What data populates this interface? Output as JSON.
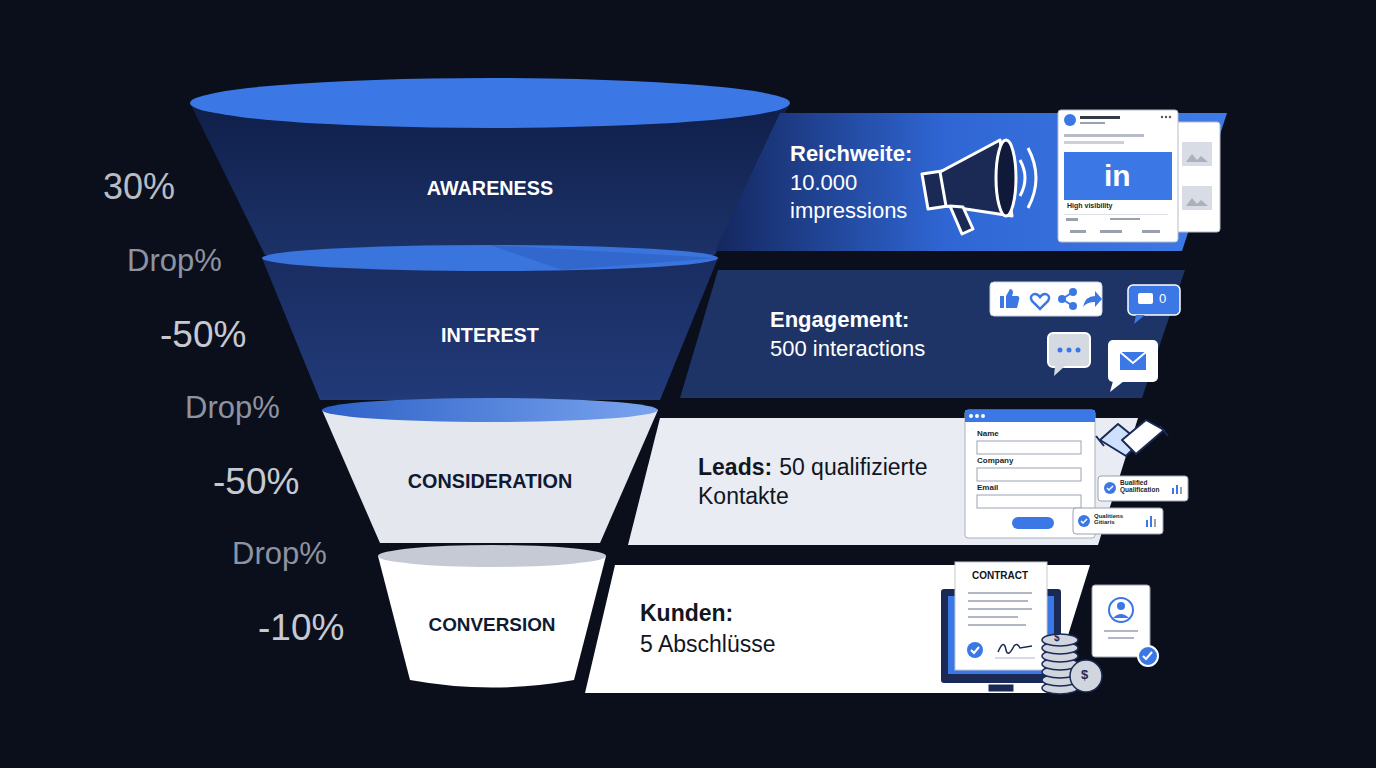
{
  "diagram": {
    "nodes": [
      {
        "text": [
          "AWARENESS"
        ]
      },
      {
        "text": [
          "INTEREST"
        ]
      },
      {
        "text": [
          "CONSIDERATION"
        ]
      },
      {
        "text": [
          "CONVERSION"
        ]
      },
      {
        "text": [
          "Reichweite:",
          "10.000 impressions"
        ]
      },
      {
        "text": [
          "Engagement:",
          "500 interactions"
        ]
      },
      {
        "text": [
          "Leads:",
          "50 qualifizierte Kontakte"
        ]
      },
      {
        "text": [
          "Kunden:",
          "5 Abschlüsse"
        ]
      }
    ],
    "labels": [
      "30%",
      "Drop%",
      "-50%",
      "Drop%",
      "-50%",
      "Drop%",
      "-10%",
      "in",
      "High visibility",
      "0",
      "Name",
      "Company",
      "Email",
      "Bualified Qualification",
      "Qualitiens Gitiaris",
      "CONTRACT",
      "$",
      "$"
    ]
  }
}
